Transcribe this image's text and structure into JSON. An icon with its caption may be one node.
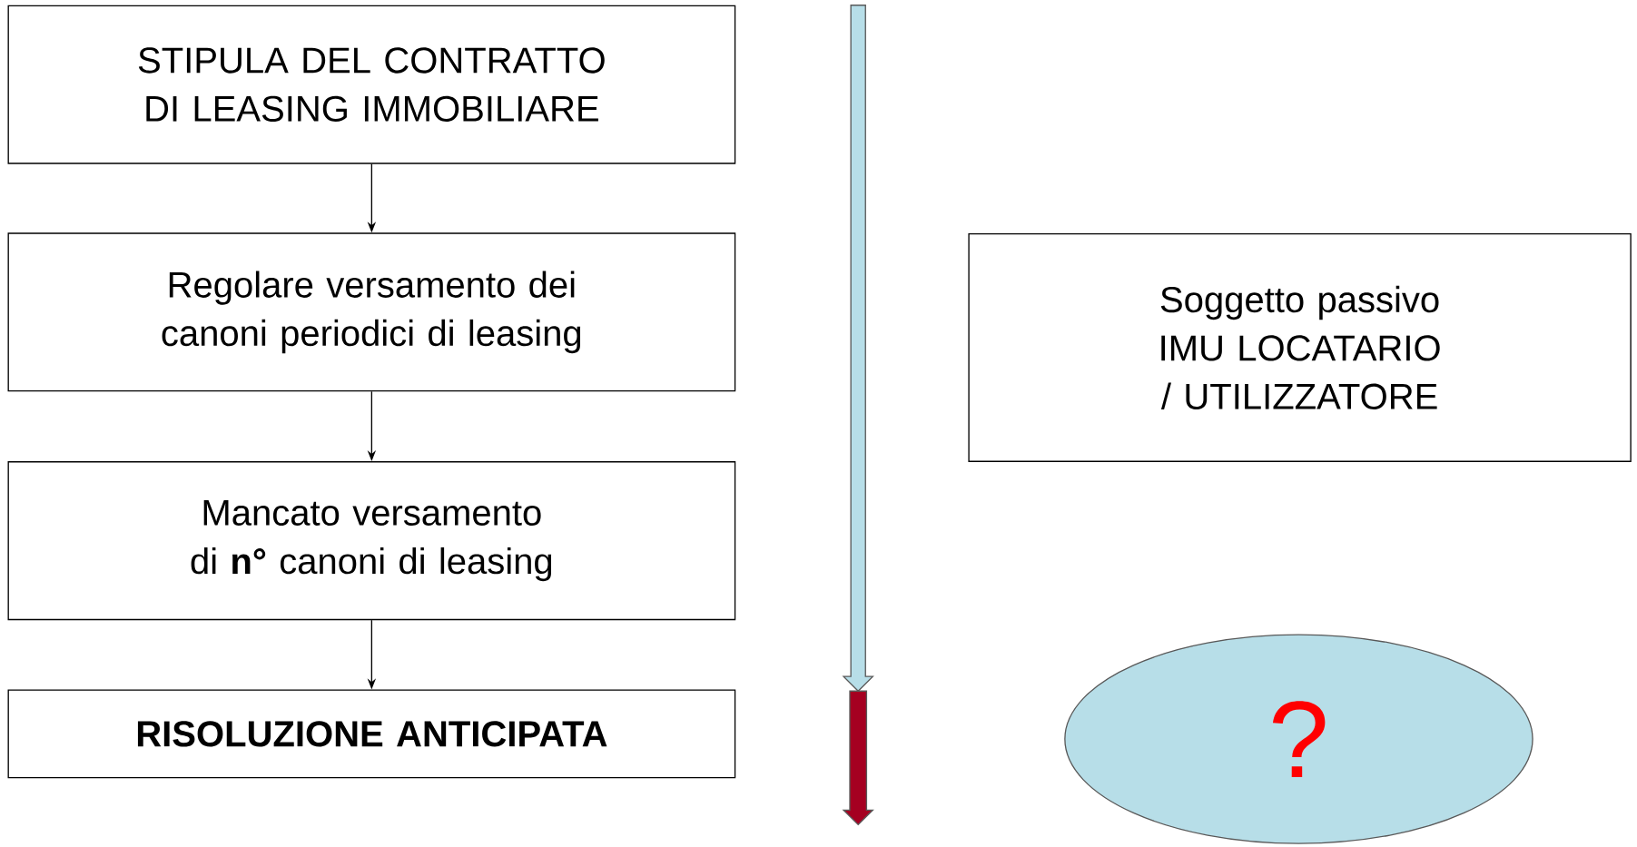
{
  "diagram": {
    "nodes": [
      {
        "text": [
          "STIPULA DEL CONTRATTO DI LEASING IMMOBILIARE"
        ]
      },
      {
        "text": [
          "Regolare versamento dei canoni periodici di leasing"
        ]
      },
      {
        "text": [
          "Mancato versamento di **n°** canoni di leasing"
        ]
      },
      {
        "text": [
          "RISOLUZIONE ANTICIPATA"
        ]
      },
      {
        "text": [
          "Soggetto passivo IMU LOCATARIO / UTILIZZATORE"
        ]
      },
      {
        "text": [
          "?"
        ]
      }
    ],
    "edges": [
      {
        "from": 0,
        "to": 1,
        "arrow": "to"
      },
      {
        "from": 1,
        "to": 2,
        "arrow": "to"
      },
      {
        "from": 2,
        "to": 3,
        "arrow": "to"
      }
    ]
  }
}
